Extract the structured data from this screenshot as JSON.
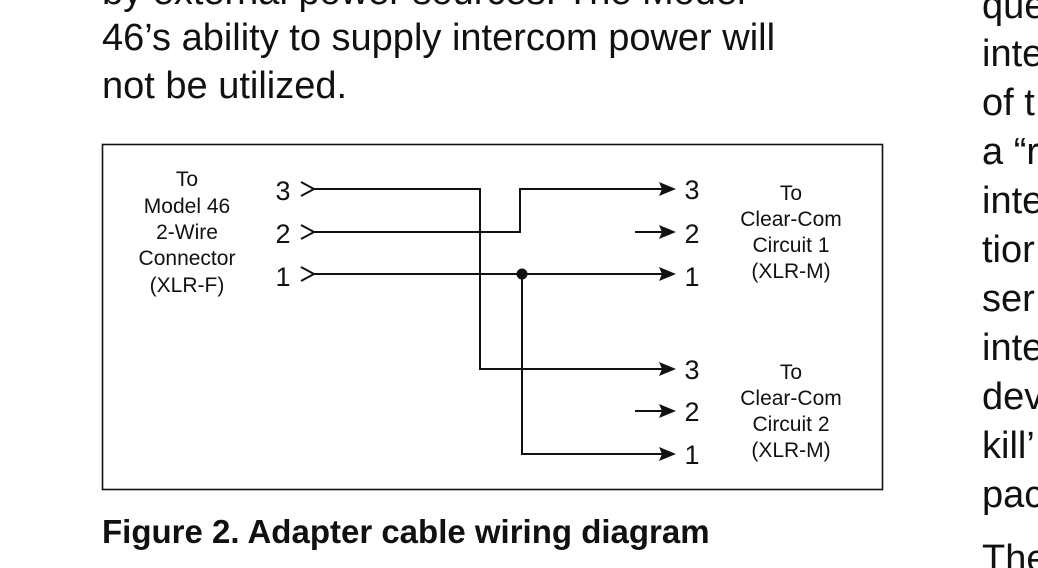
{
  "body_text": {
    "line_partial": "by external power sources. The Model",
    "line1": "46’s ability to supply intercom power will",
    "line2": "not be utilized."
  },
  "right_column": [
    "que",
    "inte",
    "of t",
    "a “r",
    "inte",
    "tior",
    "ser",
    "inte",
    "dev",
    "kill’",
    "pac",
    "The"
  ],
  "figure": {
    "caption": "Figure 2. Adapter cable wiring diagram",
    "source": {
      "label": [
        "To",
        "Model 46",
        "2-Wire",
        "Connector",
        "(XLR-F)"
      ],
      "pins": [
        "3",
        "2",
        "1"
      ]
    },
    "circuit1": {
      "label": [
        "To",
        "Clear-Com",
        "Circuit 1",
        "(XLR-M)"
      ],
      "pins": [
        "3",
        "2",
        "1"
      ]
    },
    "circuit2": {
      "label": [
        "To",
        "Clear-Com",
        "Circuit 2",
        "(XLR-M)"
      ],
      "pins": [
        "3",
        "2",
        "1"
      ]
    }
  }
}
